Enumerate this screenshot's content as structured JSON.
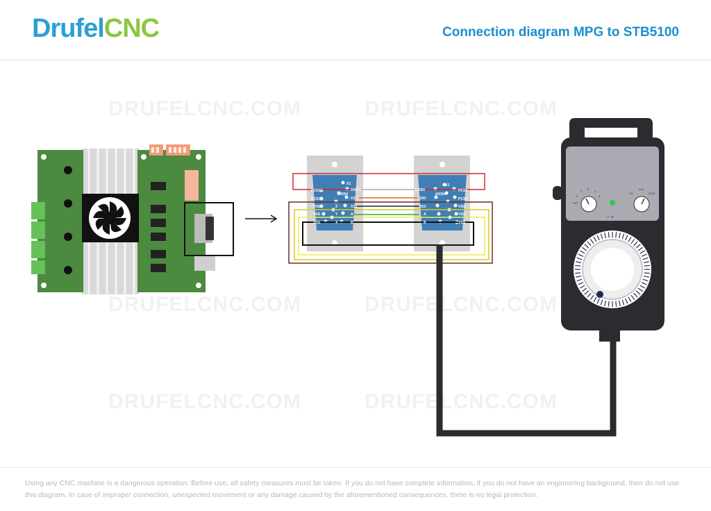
{
  "brand": {
    "part1": "Drufel",
    "part2": "CNC"
  },
  "title": "Connection diagram MPG to STB5100",
  "watermark": "DRUFELCNC.COM",
  "left_connector": {
    "left_pins": [
      "PC5V",
      "PC5V",
      "VSS",
      "VSS",
      "VSS"
    ],
    "left_small": [
      "",
      "",
      "Z",
      "Y",
      "X"
    ],
    "right_pins": [
      "X1",
      "AXIS5",
      "AXIS4",
      "X100",
      "X10",
      "A",
      "B"
    ]
  },
  "right_connector": {
    "left_pins": [
      "AXIS5",
      "AXIS4",
      "X100",
      "X10",
      "A",
      "B"
    ],
    "right_pins": [
      "X1",
      "PC5V",
      "PC5V",
      "VSS",
      "VSS",
      "VSS"
    ]
  },
  "mpg": {
    "axis_dial": [
      "OFF",
      "X",
      "Y",
      "Z",
      "4",
      "5"
    ],
    "step_dial": [
      "X1",
      "X10",
      "X100"
    ],
    "jog_signs": "− +"
  },
  "footer": "Using any CNC machine is a dangerous operation. Before use, all safety measures must be taken. If you do not have complete information, if you do not have an engineering background, then do not use this diagram. In case of improper connection, unexpected movement or any damage caused by the aforementioned consequences, there is no legal protection.",
  "colors": {
    "accent": "#1b8fcf",
    "brand_green": "#8cc63f",
    "pcb": "#4b8a3f",
    "db_blue": "#3f7fb5",
    "mpg_body": "#2b2b30",
    "mpg_panel": "#a9aab2"
  }
}
